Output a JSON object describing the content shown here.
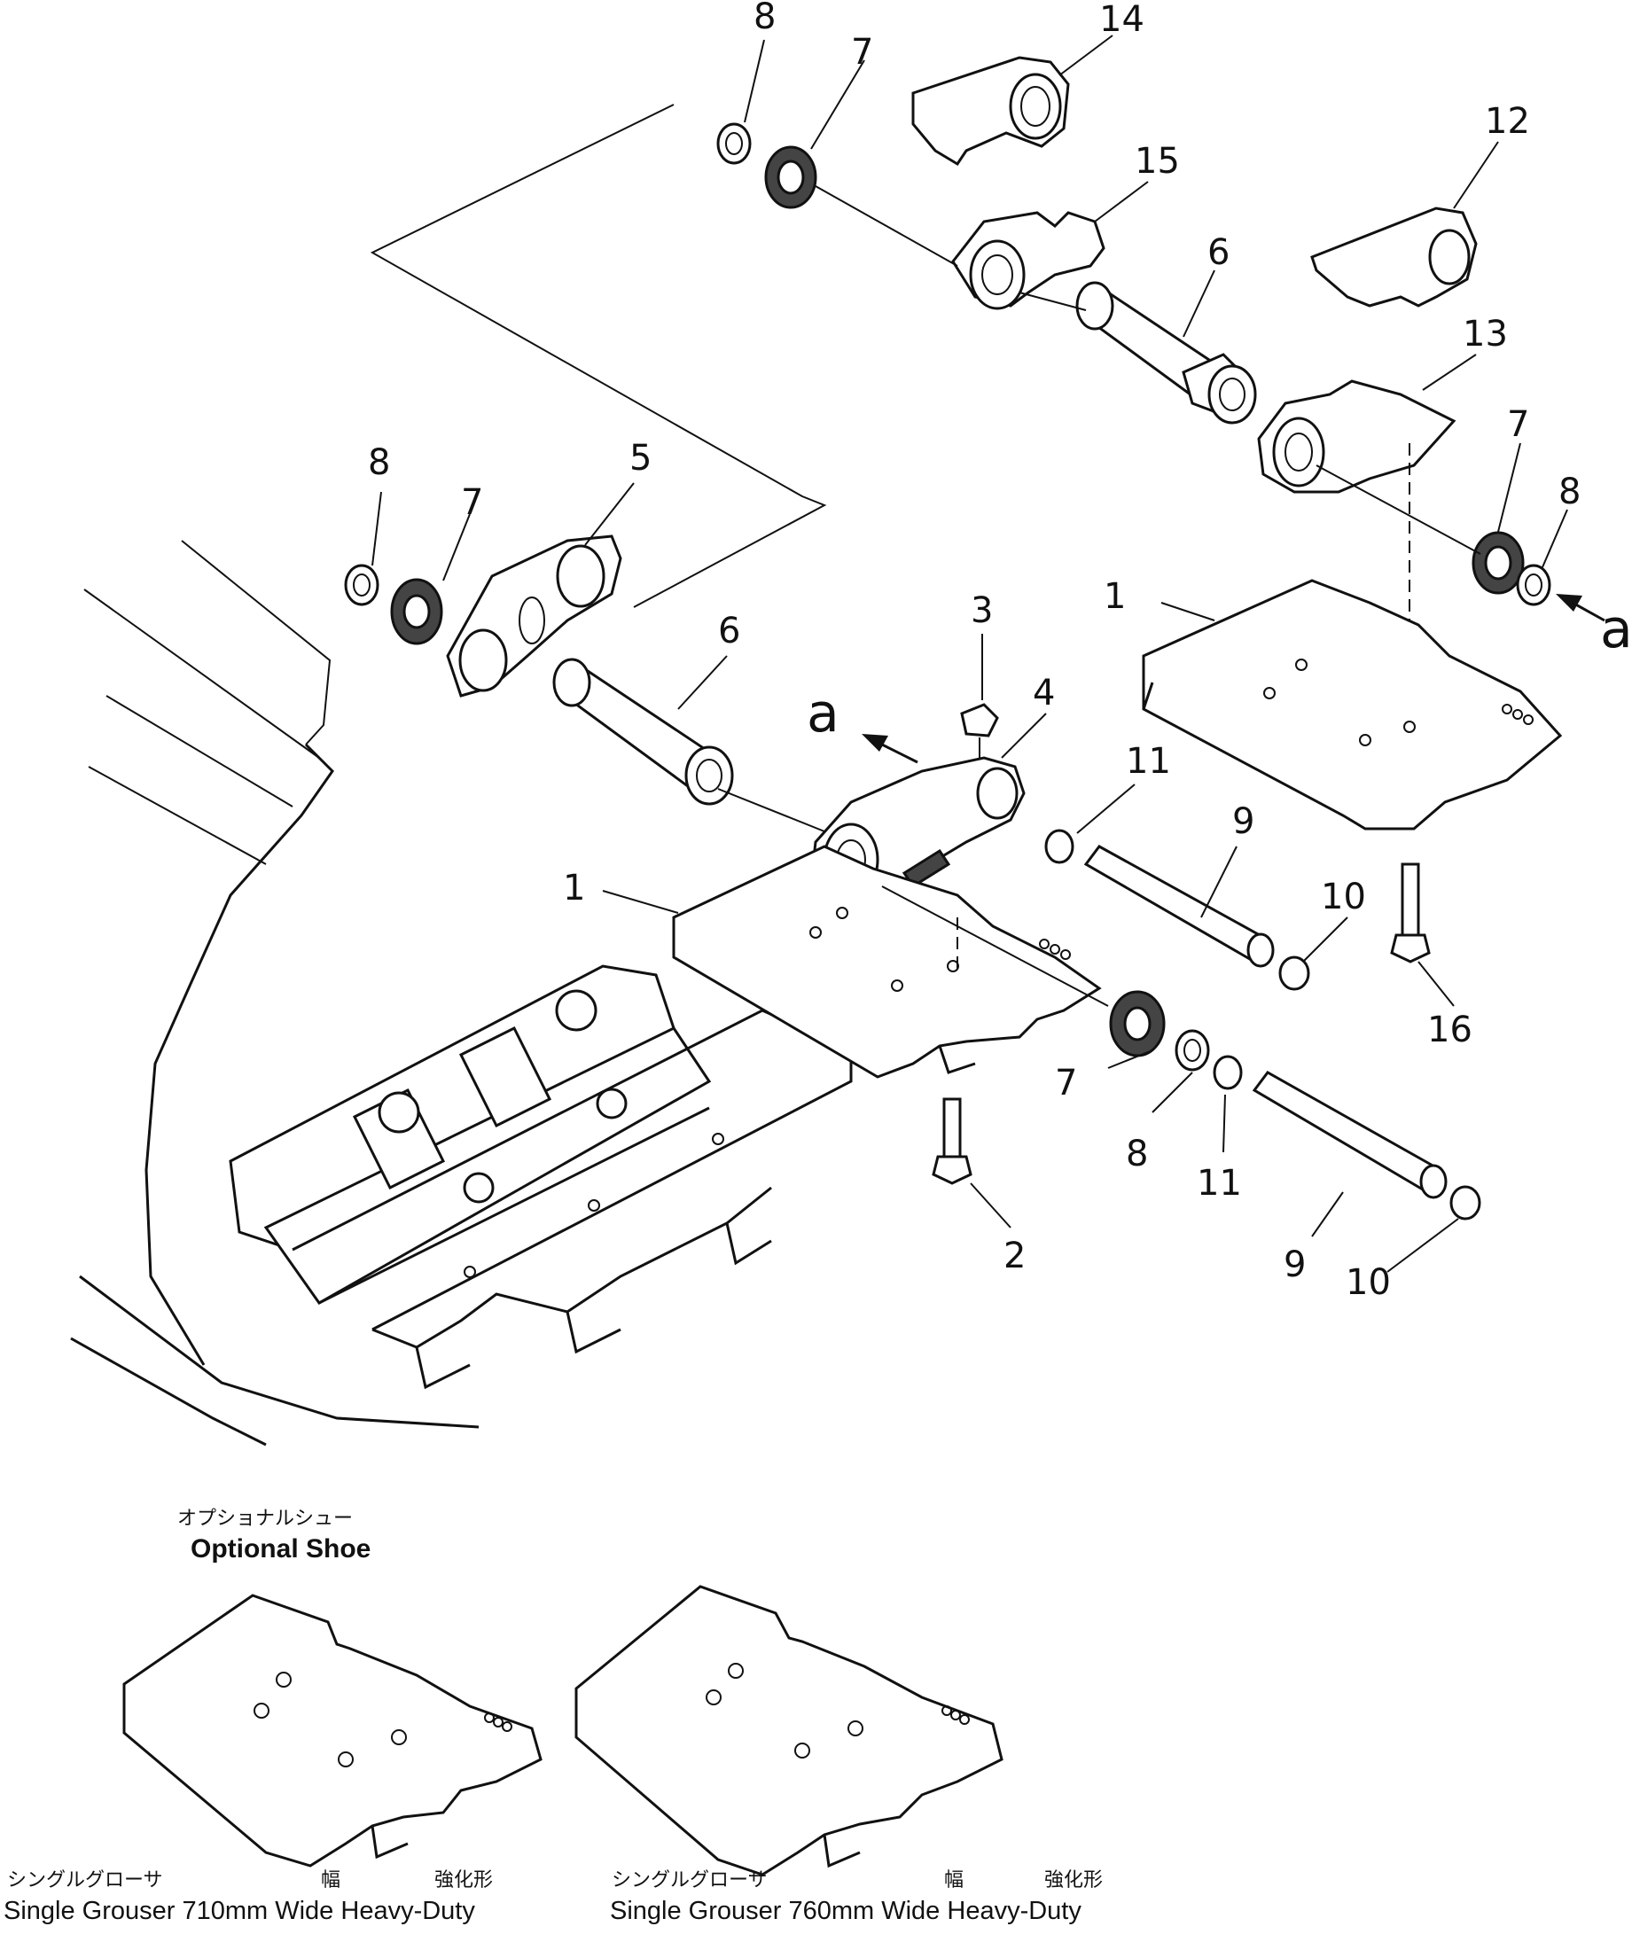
{
  "callouts": {
    "c1a": "1",
    "c1b": "1",
    "c2": "2",
    "c3": "3",
    "c4": "4",
    "c5": "5",
    "c6a": "6",
    "c6b": "6",
    "c7a": "7",
    "c7b": "7",
    "c7c": "7",
    "c7d": "7",
    "c8a": "8",
    "c8b": "8",
    "c8c": "8",
    "c8d": "8",
    "c9a": "9",
    "c9b": "9",
    "c10a": "10",
    "c10b": "10",
    "c11a": "11",
    "c11b": "11",
    "c12": "12",
    "c13": "13",
    "c14": "14",
    "c15": "15",
    "c16": "16",
    "ref_a1": "a",
    "ref_a2": "a"
  },
  "optional": {
    "title_jp": "オプショナルシュー",
    "title_en": "Optional Shoe",
    "shoe1": {
      "jp_left": "シングルグローサ",
      "jp_mid": "幅",
      "jp_right": "強化形",
      "en": "Single Grouser 710mm Wide Heavy-Duty"
    },
    "shoe2": {
      "jp_left": "シングルグローサ",
      "jp_mid": "幅",
      "jp_right": "強化形",
      "en": "Single Grouser 760mm Wide Heavy-Duty"
    }
  }
}
